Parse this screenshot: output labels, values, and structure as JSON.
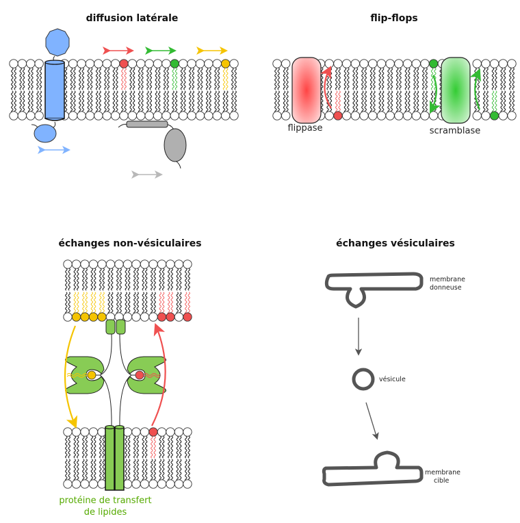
{
  "panels": {
    "lateral": {
      "title": "diffusion latérale",
      "lipid_colors": [
        "#ef5050",
        "#33bb33",
        "#f5c400"
      ],
      "protein_color": "#80b3ff",
      "peripheral_color": "#b0b0b0"
    },
    "flipflop": {
      "title": "flip-flops",
      "flippase_label": "flippase",
      "scramblase_label": "scramblase",
      "flippase_color": "#ff5a5a",
      "scramblase_color": "#44cc44"
    },
    "nonvesicular": {
      "title": "échanges non-vésiculaires",
      "protein_label_line1": "protéine de transfert",
      "protein_label_line2": "de lipides",
      "protein_color": "#88cc55",
      "label_color": "#55aa00"
    },
    "vesicular": {
      "title": "échanges vésiculaires",
      "donor_label_line1": "membrane",
      "donor_label_line2": "donneuse",
      "vesicle_label": "vésicule",
      "target_label_line1": "membrane",
      "target_label_line2": "cible",
      "membrane_color": "#555555"
    }
  },
  "colors": {
    "red": "#ef5050",
    "green": "#33bb33",
    "yellow": "#f5c400",
    "blue": "#80b3ff",
    "gray": "#b0b0b0"
  }
}
